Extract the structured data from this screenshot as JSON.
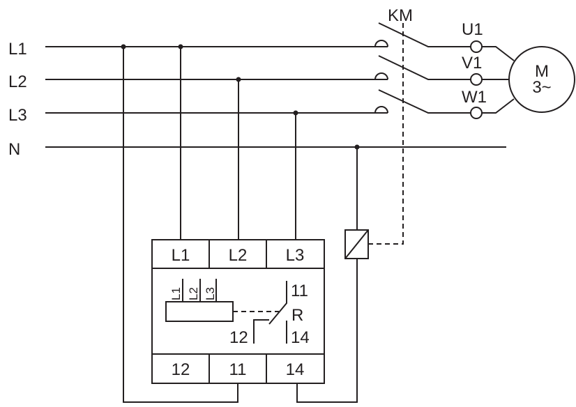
{
  "lines": {
    "l1": "L1",
    "l2": "L2",
    "l3": "L3",
    "n": "N"
  },
  "contactor": {
    "label": "KM"
  },
  "terminals": {
    "u1": "U1",
    "v1": "V1",
    "w1": "W1"
  },
  "motor": {
    "label": "M",
    "phase": "3~"
  },
  "relay": {
    "top_terminals": [
      "L1",
      "L2",
      "L3"
    ],
    "bottom_terminals": [
      "12",
      "11",
      "14"
    ],
    "inner_inputs": [
      "L1",
      "L2",
      "L3"
    ],
    "contact_labels": {
      "common": "11",
      "relay": "R",
      "nc": "12",
      "no": "14"
    }
  },
  "colors": {
    "line": "#231f20",
    "background": "#ffffff"
  }
}
